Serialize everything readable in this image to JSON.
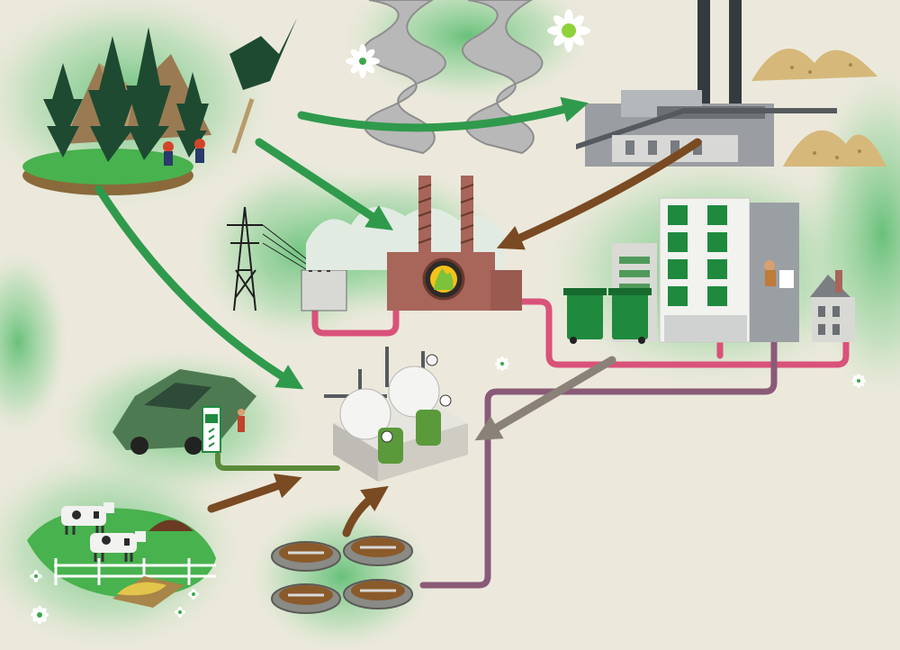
{
  "diagram": {
    "nodes": [
      {
        "id": "forest",
        "icon": "forest-island-icon"
      },
      {
        "id": "smoke",
        "icon": "smoke-plume-icon"
      },
      {
        "id": "biomass-plant",
        "icon": "biomass-power-station-icon"
      },
      {
        "id": "wood-chips",
        "icon": "wood-chip-pile-icon"
      },
      {
        "id": "power-line",
        "icon": "transmission-tower-icon"
      },
      {
        "id": "chp-plant",
        "icon": "combined-heat-power-plant-icon"
      },
      {
        "id": "apartments",
        "icon": "apartment-building-icon"
      },
      {
        "id": "waste-bins",
        "icon": "waste-bin-icon"
      },
      {
        "id": "house",
        "icon": "house-icon"
      },
      {
        "id": "biogas-plant",
        "icon": "biogas-plant-icon"
      },
      {
        "id": "fuel-station",
        "icon": "gas-pump-car-icon"
      },
      {
        "id": "farm",
        "icon": "cow-farm-icon"
      },
      {
        "id": "sewage",
        "icon": "sewage-treatment-icon"
      }
    ],
    "colors": {
      "background": "#ece9dc",
      "arrow_green": "#2f9a4c",
      "arrow_brown": "#7a4a22",
      "pipe_pink": "#d9527a",
      "pipe_purple": "#8a5a78",
      "grass": "#3aa84a",
      "brick": "#a8655a",
      "flame": "#f4c21a",
      "building_green": "#1f8a3e",
      "smoke": "#b8b8b8"
    }
  }
}
